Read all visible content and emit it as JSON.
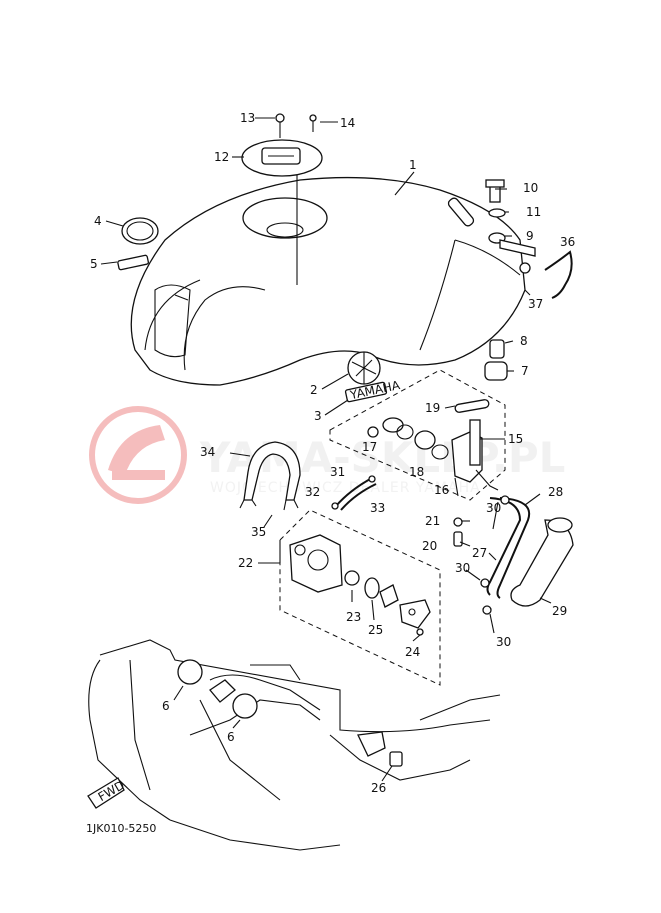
{
  "watermark": {
    "text": "YAMA-SKLEP.PL",
    "subtext": "WOJCIECHOWICZ DEALER YAMAHA",
    "logo_color": "#e06060"
  },
  "drawing_code": "1JK010-5250",
  "fwd_label": "FWD",
  "tank_cap_label": "YAMAHA",
  "callouts": [
    "1",
    "2",
    "3",
    "4",
    "5",
    "6",
    "6",
    "7",
    "8",
    "9",
    "10",
    "11",
    "12",
    "13",
    "14",
    "15",
    "16",
    "17",
    "18",
    "19",
    "20",
    "21",
    "22",
    "23",
    "24",
    "25",
    "26",
    "27",
    "28",
    "29",
    "30",
    "30",
    "30",
    "31",
    "32",
    "33",
    "34",
    "35",
    "36",
    "37"
  ]
}
